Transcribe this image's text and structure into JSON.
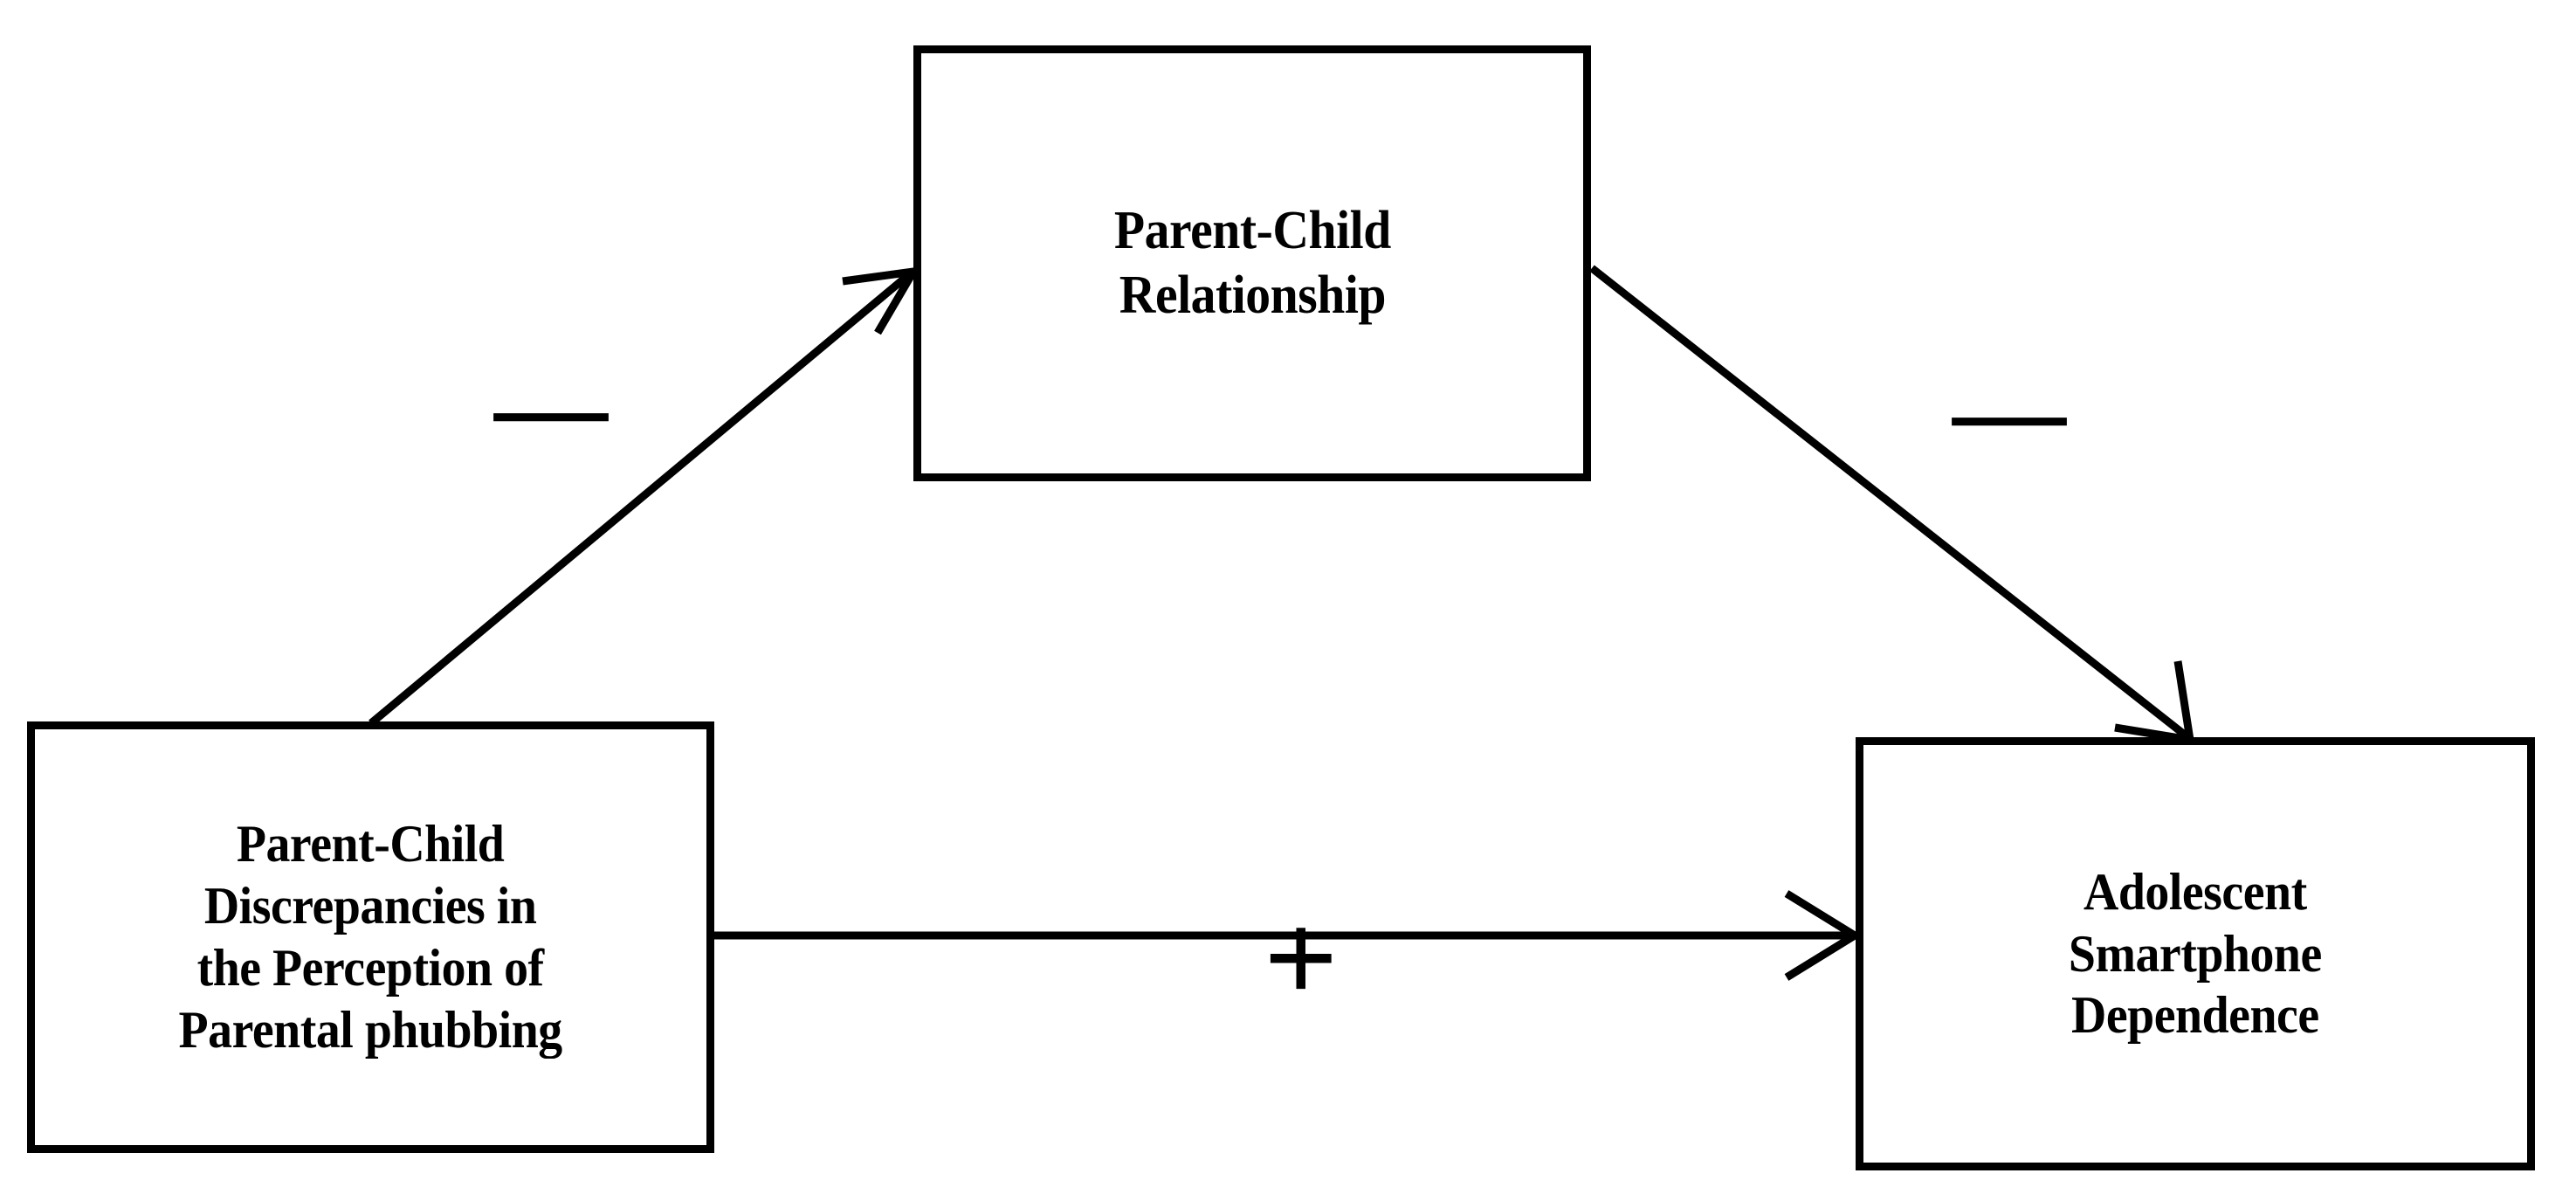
{
  "diagram": {
    "type": "mediation-path-model",
    "background_color": "#ffffff",
    "line_color": "#000000",
    "nodes": [
      {
        "id": "mediator",
        "label": "Parent-Child\nRelationship",
        "role": "mediator",
        "position": "top-center"
      },
      {
        "id": "predictor",
        "label": "Parent-Child\nDiscrepancies in\nthe Perception of\nParental phubbing",
        "role": "independent-variable",
        "position": "bottom-left"
      },
      {
        "id": "outcome",
        "label": "Adolescent\nSmartphone\nDependence",
        "role": "dependent-variable",
        "position": "bottom-right"
      }
    ],
    "edges": [
      {
        "id": "path-a",
        "from": "predictor",
        "to": "mediator",
        "sign": "—",
        "sign_meaning": "negative",
        "style": "solid-arrow",
        "arrowhead": "open-v"
      },
      {
        "id": "path-b",
        "from": "mediator",
        "to": "outcome",
        "sign": "—",
        "sign_meaning": "negative",
        "style": "solid-arrow",
        "arrowhead": "open-v"
      },
      {
        "id": "path-c",
        "from": "predictor",
        "to": "outcome",
        "sign": "+",
        "sign_meaning": "positive",
        "style": "solid-arrow",
        "arrowhead": "open-v"
      }
    ]
  }
}
